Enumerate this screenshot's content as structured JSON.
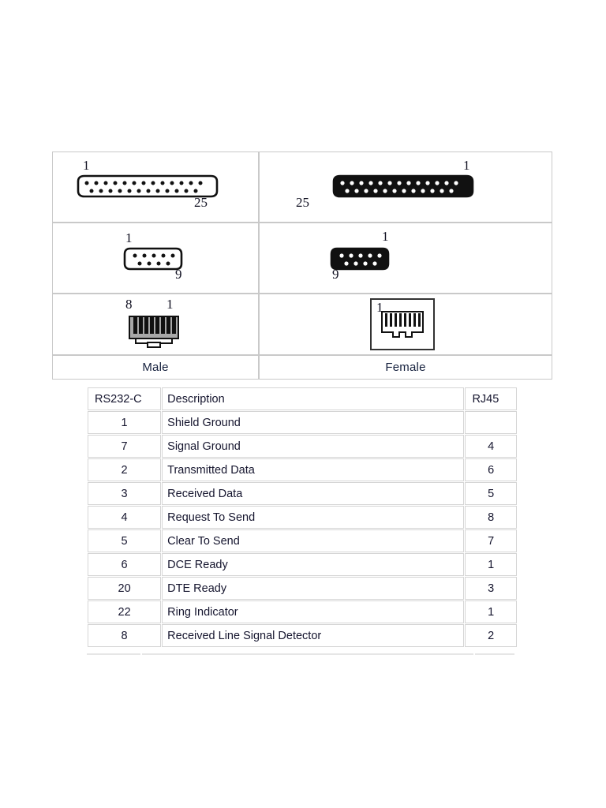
{
  "connector_table": {
    "columns": [
      "Male",
      "Female"
    ],
    "rows": [
      {
        "type": "DB25",
        "male": {
          "style": "outline",
          "top_pins": 13,
          "bottom_pins": 12,
          "label_first": "1",
          "label_last": "25",
          "first_pos": "top-left",
          "last_pos": "bottom-right"
        },
        "female": {
          "style": "filled",
          "top_pins": 13,
          "bottom_pins": 12,
          "label_first": "1",
          "label_last": "25",
          "first_pos": "top-right",
          "last_pos": "bottom-left"
        }
      },
      {
        "type": "DB9",
        "male": {
          "style": "outline",
          "top_pins": 5,
          "bottom_pins": 4,
          "label_first": "1",
          "label_last": "9",
          "first_pos": "top-left",
          "last_pos": "bottom-right"
        },
        "female": {
          "style": "filled",
          "top_pins": 5,
          "bottom_pins": 4,
          "label_first": "1",
          "label_last": "9",
          "first_pos": "top-right",
          "last_pos": "bottom-left"
        }
      },
      {
        "type": "RJ45",
        "male": {
          "style": "plug",
          "contacts": 8,
          "label_left": "8",
          "label_right": "1"
        },
        "female": {
          "style": "jack",
          "contacts": 8,
          "label_first": "1"
        }
      }
    ],
    "gender_labels": {
      "male": "Male",
      "female": "Female"
    }
  },
  "pinout": {
    "headers": {
      "rs232": "RS232-C",
      "description": "Description",
      "rj45": "RJ45"
    },
    "rows": [
      {
        "rs232": "1",
        "description": "Shield Ground",
        "rj45": ""
      },
      {
        "rs232": "7",
        "description": "Signal Ground",
        "rj45": "4"
      },
      {
        "rs232": "2",
        "description": "Transmitted Data",
        "rj45": "6"
      },
      {
        "rs232": "3",
        "description": "Received Data",
        "rj45": "5"
      },
      {
        "rs232": "4",
        "description": "Request To Send",
        "rj45": "8"
      },
      {
        "rs232": "5",
        "description": "Clear To Send",
        "rj45": "7"
      },
      {
        "rs232": "6",
        "description": "DCE Ready",
        "rj45": "1"
      },
      {
        "rs232": "20",
        "description": "DTE Ready",
        "rj45": "3"
      },
      {
        "rs232": "22",
        "description": "Ring Indicator",
        "rj45": "1"
      },
      {
        "rs232": "8",
        "description": "Received Line Signal Detector",
        "rj45": "2"
      }
    ]
  },
  "colors": {
    "page_background": "#ffffff",
    "text": "#15152e",
    "table_border": "#d5d5d5",
    "connector_border": "#c9c9c9",
    "connector_fill_dark": "#111111",
    "connector_fill_light": "#ffffff",
    "rj45_shade": "#a8a8a8"
  }
}
